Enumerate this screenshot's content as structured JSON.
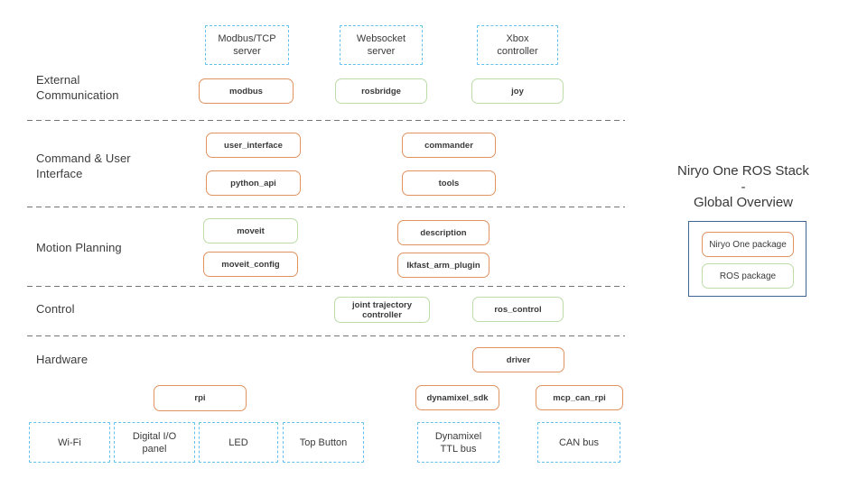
{
  "header": {
    "title_line1": "Niryo One ROS Stack",
    "title_line2": "-",
    "title_line3": "Global Overview"
  },
  "sections": {
    "external": {
      "label": "External Communication"
    },
    "command": {
      "label": "Command & User Interface"
    },
    "motion": {
      "label": "Motion Planning"
    },
    "control": {
      "label": "Control"
    },
    "hardware": {
      "label": "Hardware"
    }
  },
  "nodes": {
    "modbus_tcp_server": "Modbus/TCP server",
    "websocket_server": "Websocket server",
    "xbox_controller": "Xbox controller",
    "modbus": "modbus",
    "rosbridge": "rosbridge",
    "joy": "joy",
    "user_interface": "user_interface",
    "python_api": "python_api",
    "commander": "commander",
    "tools": "tools",
    "moveit": "moveit",
    "moveit_config": "moveit_config",
    "description": "description",
    "ikfast_arm_plugin": "Ikfast_arm_plugin",
    "joint_trajectory_controller": "joint trajectory controller",
    "ros_control": "ros_control",
    "driver": "driver",
    "rpi": "rpi",
    "dynamixel_sdk": "dynamixel_sdk",
    "mcp_can_rpi": "mcp_can_rpi",
    "wifi": "Wi-Fi",
    "digital_io_panel": "Digital I/O panel",
    "led": "LED",
    "top_button": "Top Button",
    "dynamixel_ttl_bus": "Dynamixel TTL bus",
    "can_bus": "CAN bus"
  },
  "legend": {
    "niryo_package": "Niryo One package",
    "ros_package": "ROS package"
  },
  "colors": {
    "niryo_package_border": "#e0925f",
    "ros_package_border": "#bcdca8",
    "hardware_border": "#64c1ec",
    "legend_frame_border": "#3e6491",
    "separator": "#757575",
    "text": "#3c3c3c"
  }
}
